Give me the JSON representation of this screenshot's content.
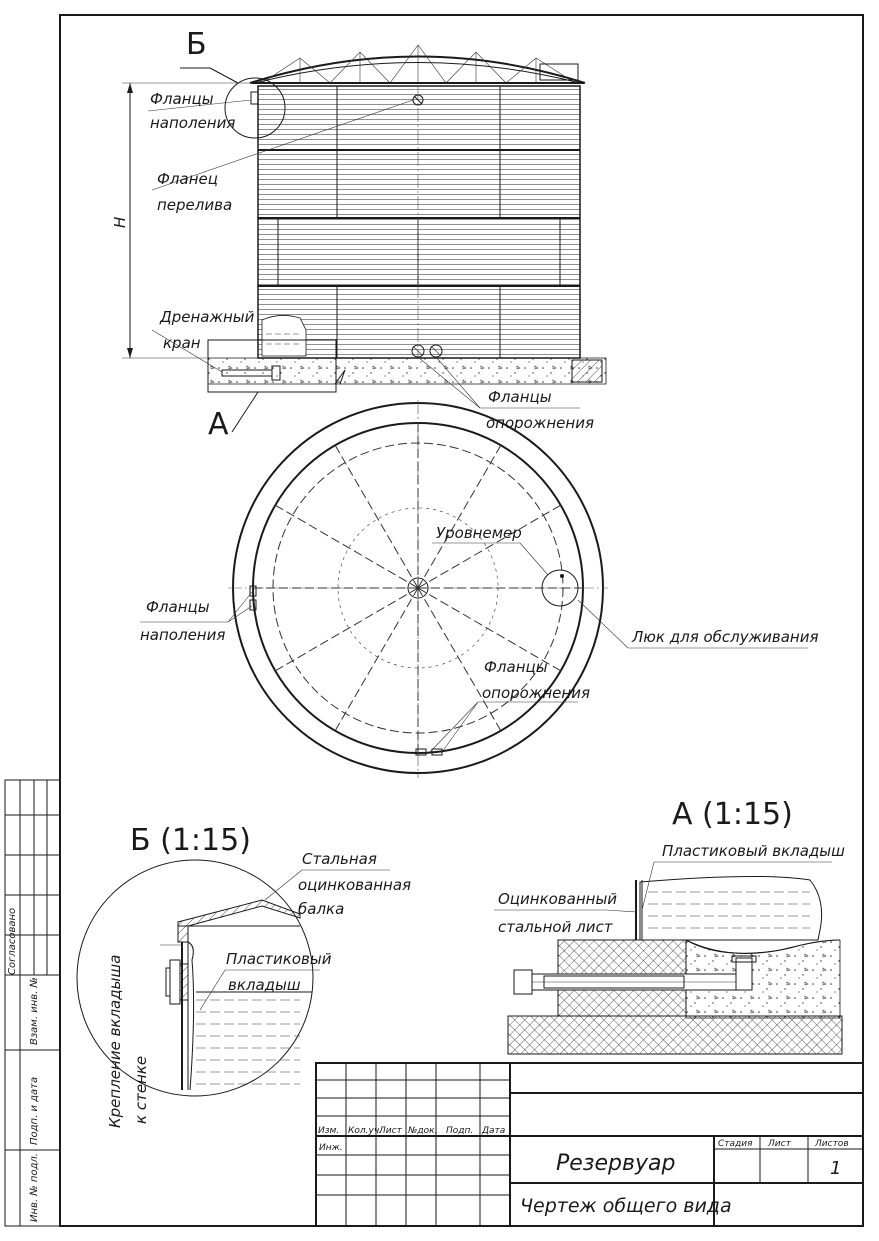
{
  "main_view": {
    "callout_b_letter": "Б",
    "callout_a_letter": "А",
    "height_label": "H",
    "fill_flanges_1": "Фланцы",
    "fill_flanges_2": "наполения",
    "overflow_flange_1": "Фланец",
    "overflow_flange_2": "перелива",
    "drain_valve_1": "Дренажный",
    "drain_valve_2": "кран",
    "empty_flanges_1": "Фланцы",
    "empty_flanges_2": "опорожнения"
  },
  "plan_view": {
    "fill_flanges_1": "Фланцы",
    "fill_flanges_2": "наполения",
    "level_gauge": "Уровнемер",
    "service_hatch": "Люк для обслуживания",
    "empty_flanges_1": "Фланцы",
    "empty_flanges_2": "опорожнения"
  },
  "detail_b": {
    "title": "Б (1:15)",
    "beam_1": "Стальная",
    "beam_2": "оцинкованная",
    "beam_3": "балка",
    "liner_1": "Пластиковый",
    "liner_2": "вкладыш",
    "fastening_1": "Крепление вкладыша",
    "fastening_2": "к стенке"
  },
  "detail_a": {
    "title": "А (1:15)",
    "liner": "Пластиковый вкладыш",
    "sheet_1": "Оцинкованный",
    "sheet_2": "стальной лист"
  },
  "left_margin": {
    "agreed": "Согласовано",
    "replaced_inv": "Взам. инв. №",
    "sign_date": "Подп. и дата",
    "orig_inv": "Инв. № подл."
  },
  "title_block": {
    "col_headers": [
      "Изм.",
      "Кол.уч.",
      "Лист",
      "№док.",
      "Подп.",
      "Дата"
    ],
    "role": "Инж.",
    "title": "Резервуар",
    "subtitle": "Чертеж общего вида",
    "stage_label": "Стадия",
    "sheet_label": "Лист",
    "sheets_label": "Листов",
    "sheets_value": "1"
  }
}
